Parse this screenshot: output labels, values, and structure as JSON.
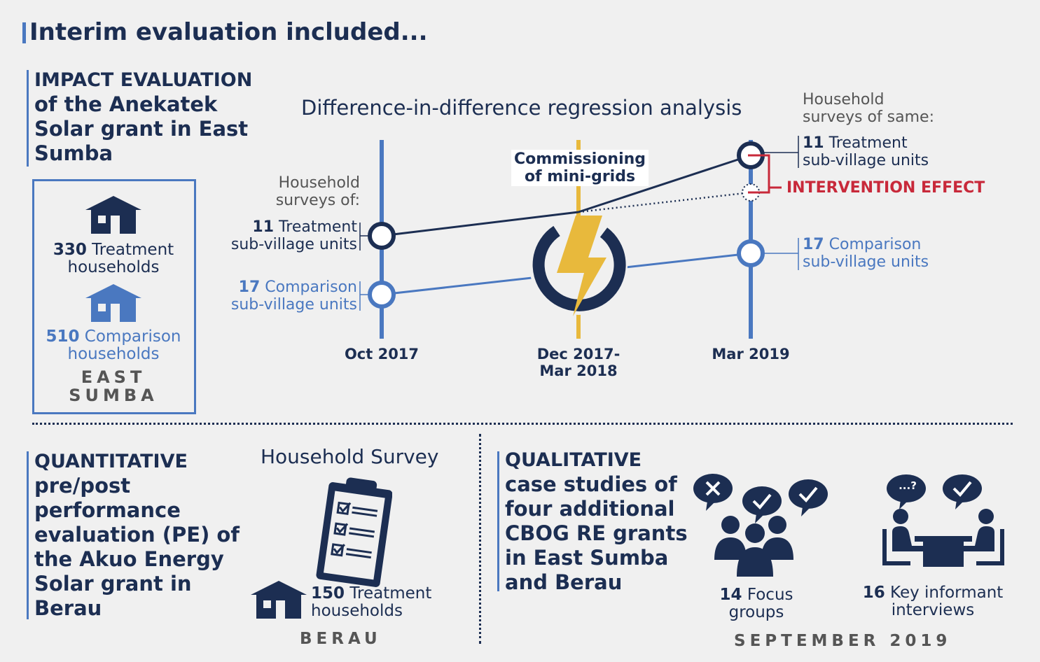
{
  "title": "Interim evaluation included...",
  "impact": {
    "heading_bold": "IMPACT EVALUATION",
    "heading_rest": [
      "of the Anekatek",
      "Solar grant in East",
      "Sumba"
    ],
    "treatment_num": "330",
    "treatment_label1": "Treatment",
    "treatment_label2": "households",
    "comparison_num": "510",
    "comparison_label1": "Comparison",
    "comparison_label2": "households",
    "region1": "EAST",
    "region2": "SUMBA"
  },
  "did": {
    "title": "Difference-in-difference regression analysis",
    "left_header1": "Household",
    "left_header2": "surveys of:",
    "left_t_num": "11",
    "left_t_label1": "Treatment",
    "left_t_label2": "sub-village units",
    "left_c_num": "17",
    "left_c_label1": "Comparison",
    "left_c_label2": "sub-village units",
    "commission1": "Commissioning",
    "commission2": "of mini-grids",
    "right_header1": "Household",
    "right_header2": "surveys of same:",
    "right_t_num": "11",
    "right_t_label1": "Treatment",
    "right_t_label2": "sub-village units",
    "right_c_num": "17",
    "right_c_label1": "Comparison",
    "right_c_label2": "sub-village units",
    "effect": "INTERVENTION EFFECT",
    "date1": "Oct 2017",
    "date2a": "Dec 2017-",
    "date2b": "Mar 2018",
    "date3": "Mar 2019"
  },
  "quant": {
    "heading_bold": "QUANTITATIVE",
    "heading_rest": [
      "pre/post",
      "performance",
      "evaluation (PE) of",
      "the Akuo Energy",
      "Solar grant in",
      "Berau"
    ],
    "survey_title": "Household Survey",
    "treatment_num": "150",
    "treatment_label1": "Treatment",
    "treatment_label2": "households",
    "region": "BERAU"
  },
  "qual": {
    "heading_bold": "QUALITATIVE",
    "heading_rest": [
      "case studies of",
      "four additional",
      "CBOG RE grants",
      "in East Sumba",
      "and Berau"
    ],
    "focus_num": "14",
    "focus_label1": "Focus",
    "focus_label2": "groups",
    "kii_num": "16",
    "kii_label1": "Key informant",
    "kii_label2": "interviews",
    "kii_bubble": "...?",
    "date": "SEPTEMBER 2019"
  },
  "colors": {
    "navy": "#1c2e52",
    "blue": "#4a78c0",
    "gold": "#e8b93c",
    "red": "#c8293a",
    "grey": "#555555"
  }
}
